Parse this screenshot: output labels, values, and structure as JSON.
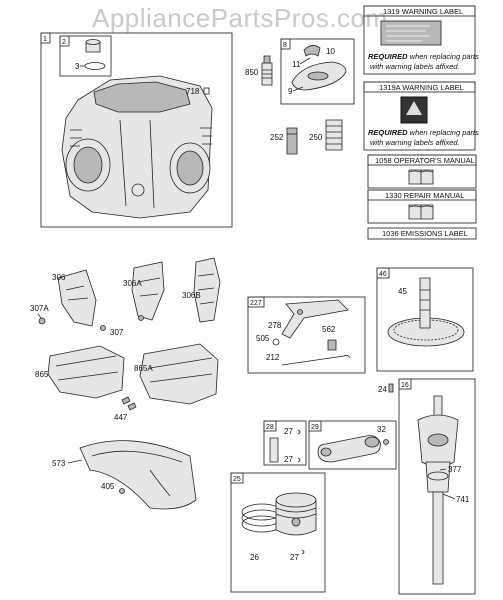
{
  "watermark": "AppliancePartsPros.com",
  "boxes": {
    "engine_block": "1",
    "piston_pin": "2",
    "valve_cover": "8",
    "camshaft": "46",
    "governor": "227",
    "rod_pin": "28",
    "connecting_rod": "29",
    "piston": "25",
    "crankshaft": "16"
  },
  "warning_labels": [
    {
      "title": "1319 WARNING LABEL",
      "required": "REQUIRED",
      "text1": " when replacing parts",
      "text2": "with warning labels affixed."
    },
    {
      "title": "1319A WARNING LABEL",
      "required": "REQUIRED",
      "text1": " when replacing parts",
      "text2": "with warning labels affixed."
    }
  ],
  "manuals": [
    {
      "title": "1058 OPERATOR'S MANUAL"
    },
    {
      "title": "1330 REPAIR MANUAL"
    }
  ],
  "emissions_label": "1036 EMISSIONS LABEL",
  "labels": {
    "l3": "3",
    "l718": "718",
    "l850": "850",
    "l10": "10",
    "l11": "11",
    "l9": "9",
    "l252": "252",
    "l250": "250",
    "l306": "306",
    "l306a": "306A",
    "l306b": "306B",
    "l307a": "307A",
    "l307": "307",
    "l865": "865",
    "l865a": "865A",
    "l447": "447",
    "l573": "573",
    "l405": "405",
    "l278": "278",
    "l562": "562",
    "l505": "505",
    "l212": "212",
    "l45": "45",
    "l24": "24",
    "l27a": "27",
    "l27b": "27",
    "l32": "32",
    "l26": "26",
    "l27c": "27",
    "l377": "377",
    "l741": "741"
  }
}
